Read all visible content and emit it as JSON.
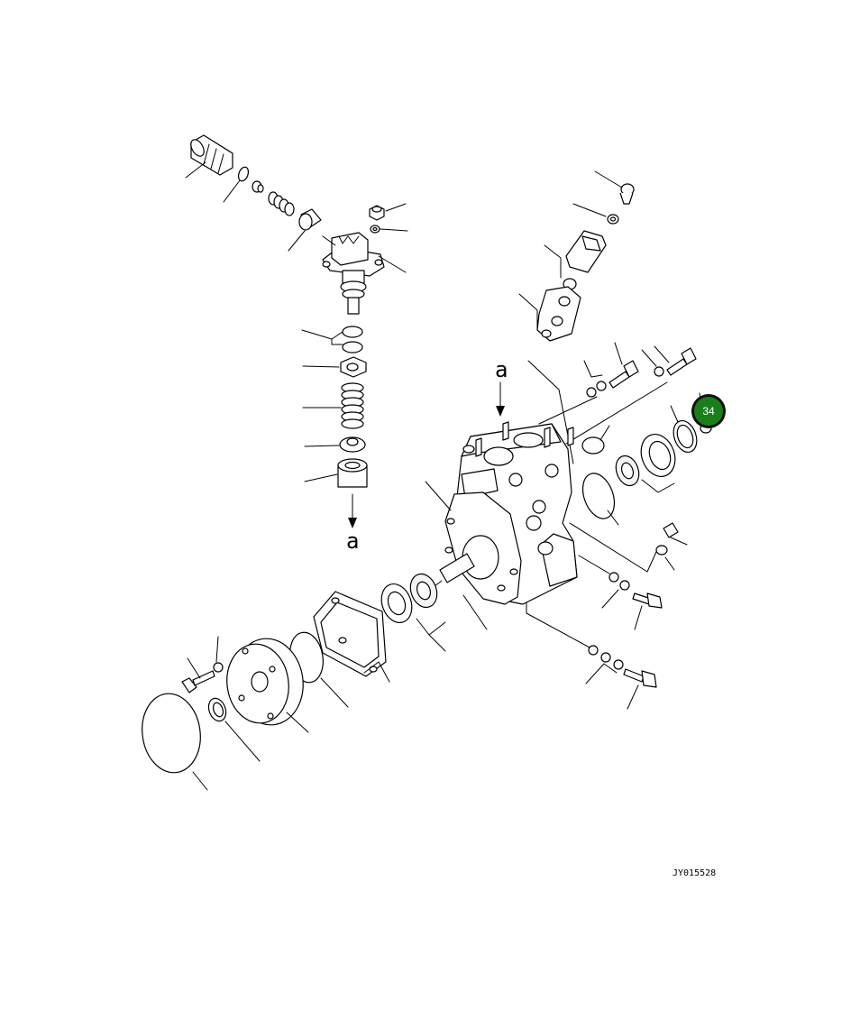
{
  "diagram": {
    "callouts": [
      {
        "label": "a"
      },
      {
        "label": "a"
      }
    ],
    "highlight": {
      "number": "34",
      "color": "#1a7f1a",
      "ring_color": "#111111"
    },
    "drawing_code": "JY015528"
  }
}
